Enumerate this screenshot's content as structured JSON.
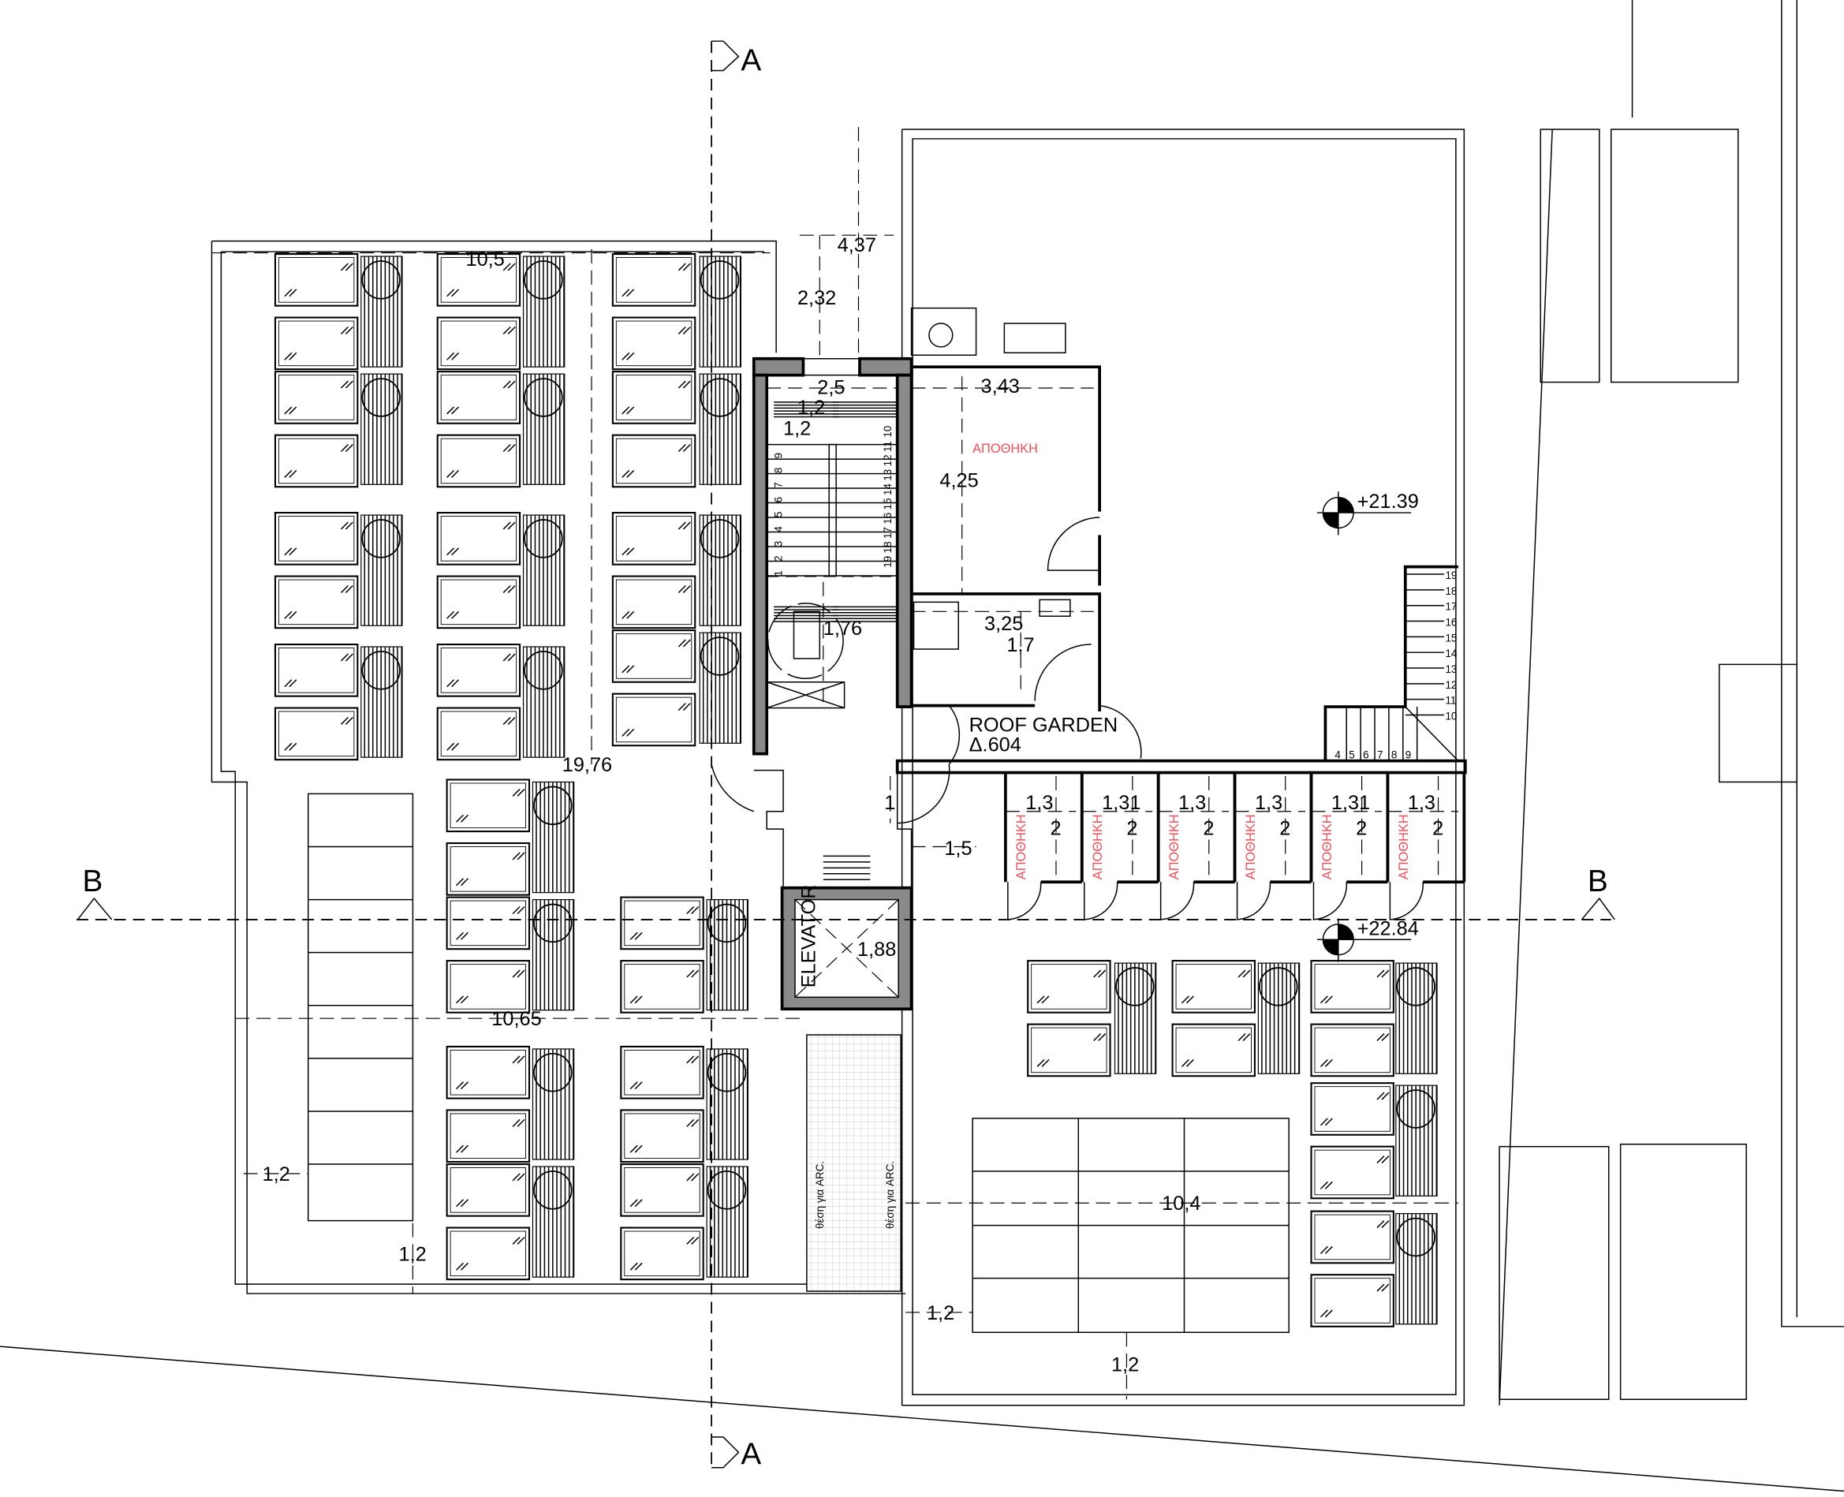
{
  "section_marks": {
    "a_top": "A",
    "a_bottom": "A",
    "b_left": "B",
    "b_right": "B"
  },
  "dimensions": {
    "top_width": "10,5",
    "d437": "4,37",
    "d232": "2,32",
    "stair_width": "2,5",
    "stair_a": "1,2",
    "stair_b": "1,2",
    "storage_width": "3,43",
    "storage_depth": "4,25",
    "wc_width": "3,25",
    "wc_depth": "1,7",
    "landing": "1,76",
    "left_depth": "19,76",
    "corridor": "1",
    "corridor_b": "1,5",
    "elevator": "1,88",
    "lower_width": "10,65",
    "left_margin": "1,2",
    "bottom_margin": "1,2",
    "right_width": "10,4",
    "right_margin": "1,2",
    "right_bottom": "1,2"
  },
  "rooms": {
    "storage_label": "ΑΠΟΘΗΚΗ",
    "roof_garden": "ROOF GARDEN",
    "roof_garden_area": "Δ.604",
    "elevator": "ELEVATOR",
    "arc_slot_1": "θέση για ARC.",
    "arc_slot_2": "θέση για ARC."
  },
  "storage_units": [
    {
      "label": "ΑΠΟΘΗΚΗ",
      "width": "1,3",
      "depth": "2"
    },
    {
      "label": "ΑΠΟΘΗΚΗ",
      "width": "1,31",
      "depth": "2"
    },
    {
      "label": "ΑΠΟΘΗΚΗ",
      "width": "1,3",
      "depth": "2"
    },
    {
      "label": "ΑΠΟΘΗΚΗ",
      "width": "1,3",
      "depth": "2"
    },
    {
      "label": "ΑΠΟΘΗΚΗ",
      "width": "1,31",
      "depth": "2"
    },
    {
      "label": "ΑΠΟΘΗΚΗ",
      "width": "1,3",
      "depth": "2"
    }
  ],
  "elevations": {
    "upper": "+21.39",
    "lower": "+22.84"
  },
  "main_stair": {
    "up": [
      "1",
      "2",
      "3",
      "4",
      "5",
      "6",
      "7",
      "8",
      "9"
    ],
    "down": [
      "10",
      "11",
      "12",
      "13",
      "14",
      "15",
      "16",
      "17",
      "18",
      "19"
    ]
  },
  "right_stair": {
    "vertical": [
      "10",
      "11",
      "12",
      "13",
      "14",
      "15",
      "16",
      "17",
      "18",
      "19"
    ],
    "horizontal": [
      "4",
      "5",
      "6",
      "7",
      "8",
      "9"
    ]
  }
}
